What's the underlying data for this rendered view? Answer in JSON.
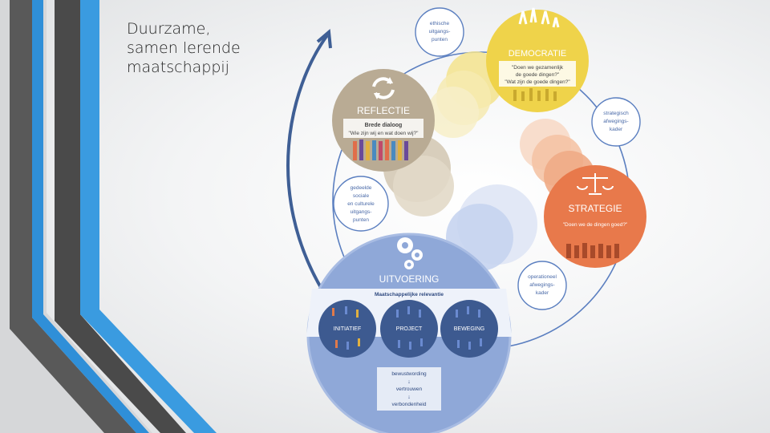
{
  "slide": {
    "title_lines": [
      "Duurzame,",
      "samen lerende",
      "maatschappij"
    ]
  },
  "diagram": {
    "democratie": {
      "title": "DEMOCRATIE",
      "line1": "\"Doen we gezamenlijk",
      "line2": "de goede dingen?\"",
      "line3": "\"Wat zijn de goede dingen?\"",
      "color": "#efd34a"
    },
    "reflectie": {
      "title": "REFLECTIE",
      "line1": "Brede dialoog",
      "line2": "\"Wie zijn wij en wat doen wij?\"",
      "color": "#b9ab94"
    },
    "strategie": {
      "title": "STRATEGIE",
      "line1": "\"Doen we de dingen goed?\"",
      "color": "#e8794b"
    },
    "uitvoering": {
      "title": "UITVOERING",
      "subtitle": "Maatschappelijke relevantie",
      "groups": [
        "INITIATIEF",
        "PROJECT",
        "BEWEGING"
      ],
      "steps": [
        "bewustwording",
        "vertrouwen",
        "verbondenheid"
      ],
      "color": "#8fa8d8"
    },
    "connectors": {
      "ethische": [
        "ethische",
        "uitgangs-",
        "punten"
      ],
      "strategisch": [
        "strategisch",
        "afwegings-",
        "kader"
      ],
      "operationeel": [
        "operationeel",
        "afwegings-",
        "kader"
      ],
      "gedeelde": [
        "gedeelde",
        "sociale",
        "en culturele",
        "uitgangs-",
        "punten"
      ]
    },
    "colors": {
      "ring": "#5b7fc0",
      "arrow": "#3f5f95",
      "deco_dark": "#3a3a3a",
      "deco_blue": "#2f8fd8"
    }
  }
}
